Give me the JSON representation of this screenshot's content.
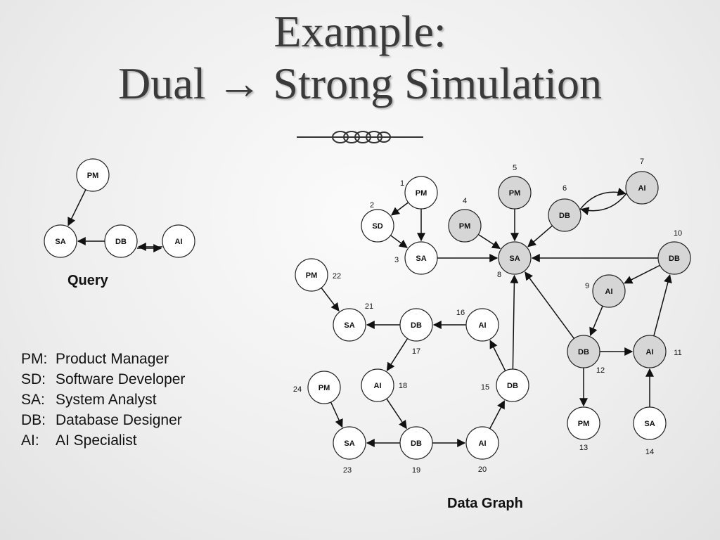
{
  "title": {
    "line1": "Example:",
    "line2_left": "Dual",
    "line2_arrow": "→",
    "line2_right": "Strong Simulation"
  },
  "query_label": "Query",
  "graph_label": "Data Graph",
  "legend": [
    {
      "abbr": "PM:",
      "full": "Product Manager"
    },
    {
      "abbr": "SD:",
      "full": "Software Developer"
    },
    {
      "abbr": "SA:",
      "full": "System Analyst"
    },
    {
      "abbr": "DB:",
      "full": "Database Designer"
    },
    {
      "abbr": "AI:",
      "full": "AI Specialist"
    }
  ],
  "query_graph": {
    "nodes": [
      {
        "id": "q-pm",
        "label": "PM"
      },
      {
        "id": "q-sa",
        "label": "SA"
      },
      {
        "id": "q-db",
        "label": "DB"
      },
      {
        "id": "q-ai",
        "label": "AI"
      }
    ],
    "edges": [
      {
        "from": "q-pm",
        "to": "q-sa"
      },
      {
        "from": "q-db",
        "to": "q-sa"
      },
      {
        "from": "q-ai",
        "to": "q-db"
      },
      {
        "from": "q-db",
        "to": "q-ai"
      }
    ]
  },
  "data_graph": {
    "colors": {
      "highlight": "#d6d6d6",
      "plain": "#ffffff",
      "stroke": "#222222"
    },
    "nodes": [
      {
        "id": "1",
        "label": "PM",
        "number": "1",
        "highlighted": false
      },
      {
        "id": "2",
        "label": "SD",
        "number": "2",
        "highlighted": false
      },
      {
        "id": "3",
        "label": "SA",
        "number": "3",
        "highlighted": false
      },
      {
        "id": "4",
        "label": "PM",
        "number": "4",
        "highlighted": true
      },
      {
        "id": "5",
        "label": "PM",
        "number": "5",
        "highlighted": true
      },
      {
        "id": "6",
        "label": "DB",
        "number": "6",
        "highlighted": true
      },
      {
        "id": "7",
        "label": "AI",
        "number": "7",
        "highlighted": true
      },
      {
        "id": "8",
        "label": "SA",
        "number": "8",
        "highlighted": true
      },
      {
        "id": "9",
        "label": "AI",
        "number": "9",
        "highlighted": true
      },
      {
        "id": "10",
        "label": "DB",
        "number": "10",
        "highlighted": true
      },
      {
        "id": "11",
        "label": "AI",
        "number": "11",
        "highlighted": true
      },
      {
        "id": "12",
        "label": "DB",
        "number": "12",
        "highlighted": true
      },
      {
        "id": "13",
        "label": "PM",
        "number": "13",
        "highlighted": false
      },
      {
        "id": "14",
        "label": "SA",
        "number": "14",
        "highlighted": false
      },
      {
        "id": "15",
        "label": "DB",
        "number": "15",
        "highlighted": false
      },
      {
        "id": "16",
        "label": "AI",
        "number": "16",
        "highlighted": false
      },
      {
        "id": "17",
        "label": "DB",
        "number": "17",
        "highlighted": false
      },
      {
        "id": "18",
        "label": "AI",
        "number": "18",
        "highlighted": false
      },
      {
        "id": "19",
        "label": "DB",
        "number": "19",
        "highlighted": false
      },
      {
        "id": "20",
        "label": "AI",
        "number": "20",
        "highlighted": false
      },
      {
        "id": "21",
        "label": "SA",
        "number": "21",
        "highlighted": false
      },
      {
        "id": "22",
        "label": "PM",
        "number": "22",
        "highlighted": false
      },
      {
        "id": "23",
        "label": "SA",
        "number": "23",
        "highlighted": false
      },
      {
        "id": "24",
        "label": "PM",
        "number": "24",
        "highlighted": false
      }
    ],
    "edges": [
      {
        "from": "1",
        "to": "2"
      },
      {
        "from": "1",
        "to": "3"
      },
      {
        "from": "2",
        "to": "3"
      },
      {
        "from": "3",
        "to": "8"
      },
      {
        "from": "4",
        "to": "8"
      },
      {
        "from": "5",
        "to": "8"
      },
      {
        "from": "6",
        "to": "8"
      },
      {
        "from": "6",
        "to": "7"
      },
      {
        "from": "7",
        "to": "6"
      },
      {
        "from": "10",
        "to": "8"
      },
      {
        "from": "10",
        "to": "9"
      },
      {
        "from": "9",
        "to": "12"
      },
      {
        "from": "12",
        "to": "8"
      },
      {
        "from": "12",
        "to": "11"
      },
      {
        "from": "12",
        "to": "13"
      },
      {
        "from": "11",
        "to": "10"
      },
      {
        "from": "14",
        "to": "11"
      },
      {
        "from": "15",
        "to": "8"
      },
      {
        "from": "15",
        "to": "16"
      },
      {
        "from": "16",
        "to": "17"
      },
      {
        "from": "17",
        "to": "21"
      },
      {
        "from": "17",
        "to": "18"
      },
      {
        "from": "18",
        "to": "19"
      },
      {
        "from": "19",
        "to": "20"
      },
      {
        "from": "19",
        "to": "23"
      },
      {
        "from": "20",
        "to": "15"
      },
      {
        "from": "22",
        "to": "21"
      },
      {
        "from": "24",
        "to": "23"
      }
    ]
  }
}
